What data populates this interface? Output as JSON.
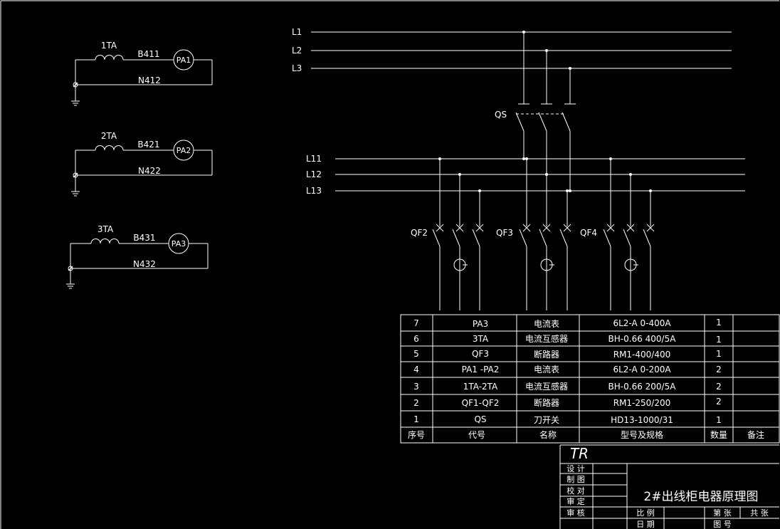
{
  "drawing": {
    "bus_main": [
      "L1",
      "L2",
      "L3"
    ],
    "bus_sub": [
      "L11",
      "L12",
      "L13"
    ],
    "qs_label": "QS",
    "qf_labels": [
      "QF2",
      "QF3",
      "QF4"
    ],
    "ct_circuits": [
      {
        "ta": "1TA",
        "b": "B411",
        "n": "N412",
        "pa": "PA1"
      },
      {
        "ta": "2TA",
        "b": "B421",
        "n": "N422",
        "pa": "PA2"
      },
      {
        "ta": "3TA",
        "b": "B431",
        "n": "N432",
        "pa": "PA3"
      }
    ]
  },
  "bom": {
    "headers": [
      "序号",
      "代号",
      "名称",
      "型号及规格",
      "数量",
      "备注"
    ],
    "rows": [
      [
        "7",
        "PA3",
        "电流表",
        "6L2-A  0-400A",
        "1",
        ""
      ],
      [
        "6",
        "3TA",
        "电流互感器",
        "BH-0.66  400/5A",
        "1",
        ""
      ],
      [
        "5",
        "QF3",
        "断路器",
        "RM1-400/400",
        "1",
        ""
      ],
      [
        "4",
        "PA1  -PA2",
        "电流表",
        "6L2-A  0-200A",
        "2",
        ""
      ],
      [
        "3",
        "1TA-2TA",
        "电流互感器",
        "BH-0.66  200/5A",
        "2",
        ""
      ],
      [
        "2",
        "QF1-QF2",
        "断路器",
        "RM1-250/200",
        "2",
        ""
      ],
      [
        "1",
        "QS",
        "刀开关",
        "HD13-1000/31",
        "1",
        ""
      ]
    ]
  },
  "title_block": {
    "logo": "TR",
    "title": "2#出线柜电器原理图",
    "roles": [
      "设  计",
      "制  图",
      "校  对",
      "审  定",
      "审  核"
    ],
    "scale": "比  例",
    "date": "日  期",
    "sheet_no": "第    张",
    "sheet_total": "共    张",
    "drawing_no": "图    号"
  }
}
